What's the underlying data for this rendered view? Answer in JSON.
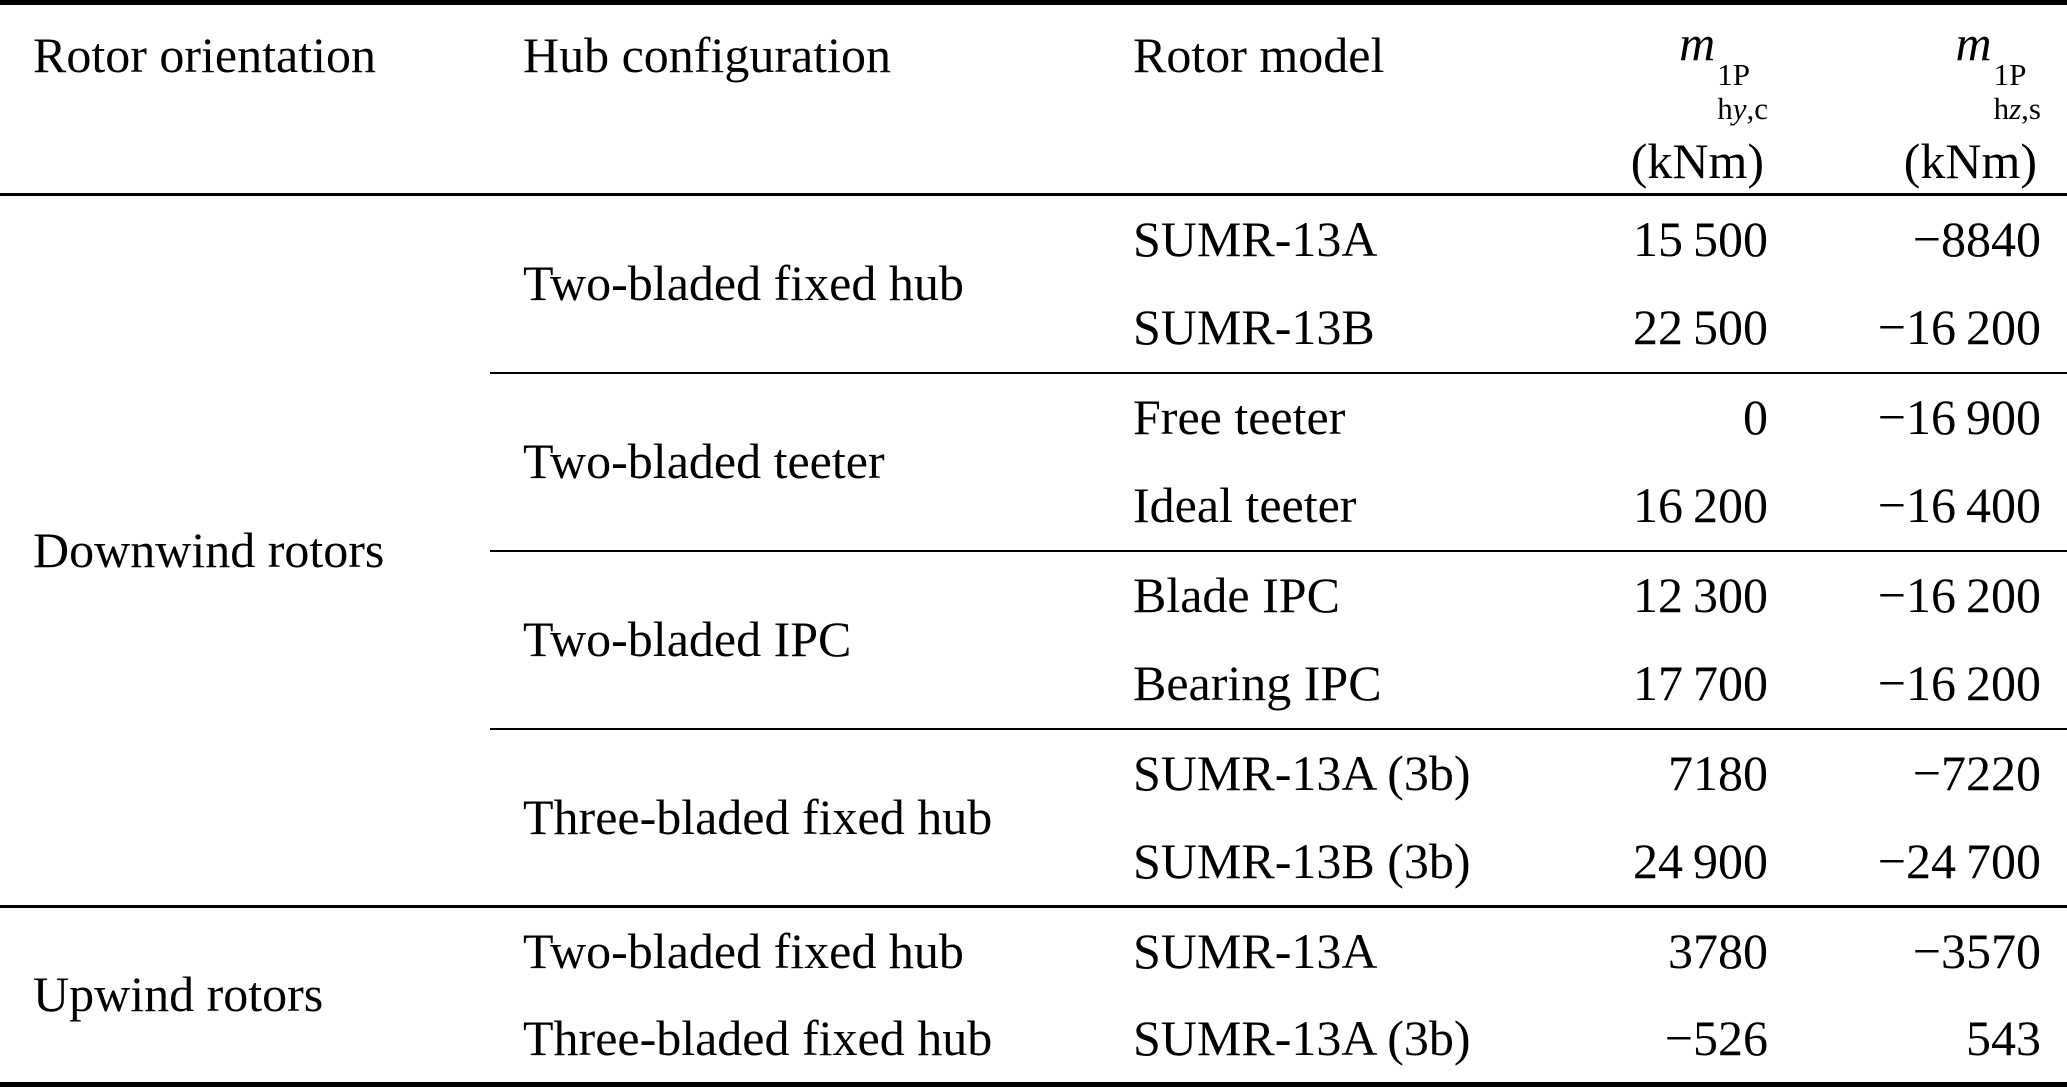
{
  "table": {
    "columns": {
      "orientation": "Rotor orientation",
      "hub": "Hub configuration",
      "model": "Rotor model",
      "my": {
        "base": "m",
        "sup": "1P",
        "sub_h": "h",
        "sub_var": "y",
        "sub_tail": ",c",
        "unit": "(kNm)"
      },
      "mz": {
        "base": "m",
        "sup": "1P",
        "sub_h": "h",
        "sub_var": "z",
        "sub_tail": ",s",
        "unit": "(kNm)"
      }
    },
    "downwind": {
      "label": "Downwind rotors",
      "fixed2": {
        "hub": "Two-bladed fixed hub",
        "r1": {
          "model": "SUMR-13A",
          "my": "15 500",
          "mz": "−8840"
        },
        "r2": {
          "model": "SUMR-13B",
          "my": "22 500",
          "mz": "−16 200"
        }
      },
      "teeter": {
        "hub": "Two-bladed teeter",
        "r1": {
          "model": "Free teeter",
          "my": "0",
          "mz": "−16 900"
        },
        "r2": {
          "model": "Ideal teeter",
          "my": "16 200",
          "mz": "−16 400"
        }
      },
      "ipc": {
        "hub": "Two-bladed IPC",
        "r1": {
          "model": "Blade IPC",
          "my": "12 300",
          "mz": "−16 200"
        },
        "r2": {
          "model": "Bearing IPC",
          "my": "17 700",
          "mz": "−16 200"
        }
      },
      "fixed3": {
        "hub": "Three-bladed fixed hub",
        "r1": {
          "model": "SUMR-13A (3b)",
          "my": "7180",
          "mz": "−7220"
        },
        "r2": {
          "model": "SUMR-13B (3b)",
          "my": "24 900",
          "mz": "−24 700"
        }
      }
    },
    "upwind": {
      "label": "Upwind rotors",
      "r1": {
        "hub": "Two-bladed fixed hub",
        "model": "SUMR-13A",
        "my": "3780",
        "mz": "−3570"
      },
      "r2": {
        "hub": "Three-bladed fixed hub",
        "model": "SUMR-13A (3b)",
        "my": "−526",
        "mz": "543"
      }
    }
  }
}
